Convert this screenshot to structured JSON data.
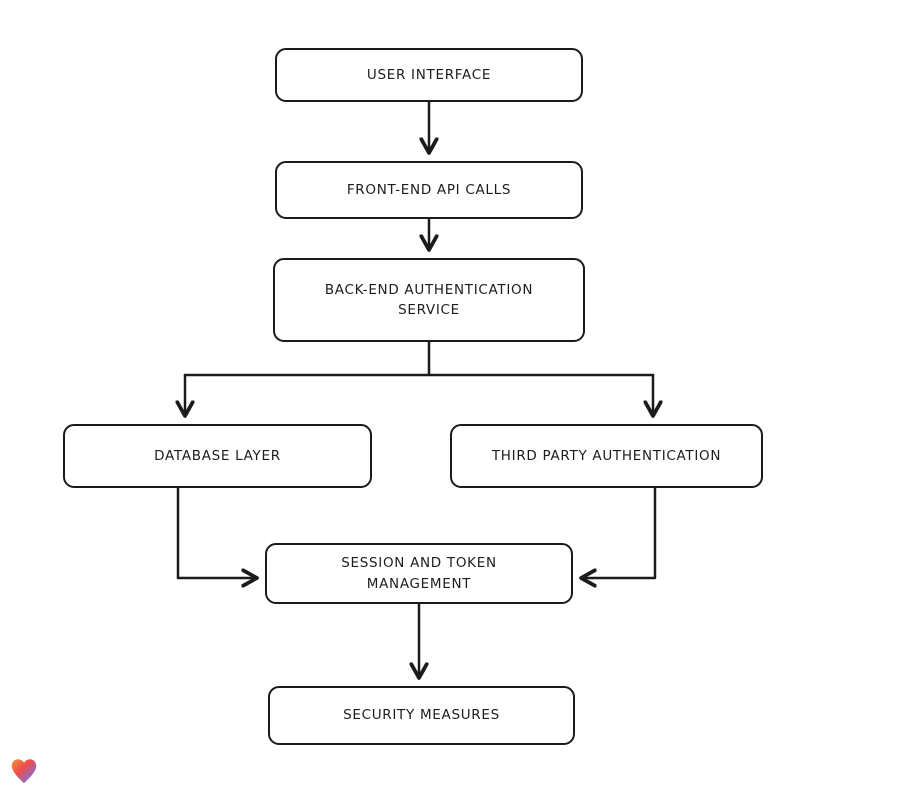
{
  "diagram": {
    "type": "flowchart",
    "background": "#ffffff",
    "stroke_color": "#1b1b1b",
    "nodes": [
      {
        "id": "user-interface",
        "label": "USER INTERFACE"
      },
      {
        "id": "front-end-api-calls",
        "label": "FRONT-END API CALLS"
      },
      {
        "id": "back-end-authentication-service",
        "label": "BACK-END AUTHENTICATION\nSERVICE"
      },
      {
        "id": "database-layer",
        "label": "DATABASE LAYER"
      },
      {
        "id": "third-party-authentication",
        "label": "THIRD PARTY AUTHENTICATION"
      },
      {
        "id": "session-and-token-management",
        "label": "SESSION AND TOKEN\nMANAGEMENT"
      },
      {
        "id": "security-measures",
        "label": "SECURITY MEASURES"
      }
    ],
    "edges": [
      {
        "from": "user-interface",
        "to": "front-end-api-calls"
      },
      {
        "from": "front-end-api-calls",
        "to": "back-end-authentication-service"
      },
      {
        "from": "back-end-authentication-service",
        "to": "database-layer"
      },
      {
        "from": "back-end-authentication-service",
        "to": "third-party-authentication"
      },
      {
        "from": "database-layer",
        "to": "session-and-token-management"
      },
      {
        "from": "third-party-authentication",
        "to": "session-and-token-management"
      },
      {
        "from": "session-and-token-management",
        "to": "security-measures"
      }
    ],
    "logo": {
      "name": "heart-logo",
      "colors": [
        "#f79533",
        "#ef4e4b",
        "#a166ab",
        "#4a7fd4"
      ]
    }
  }
}
